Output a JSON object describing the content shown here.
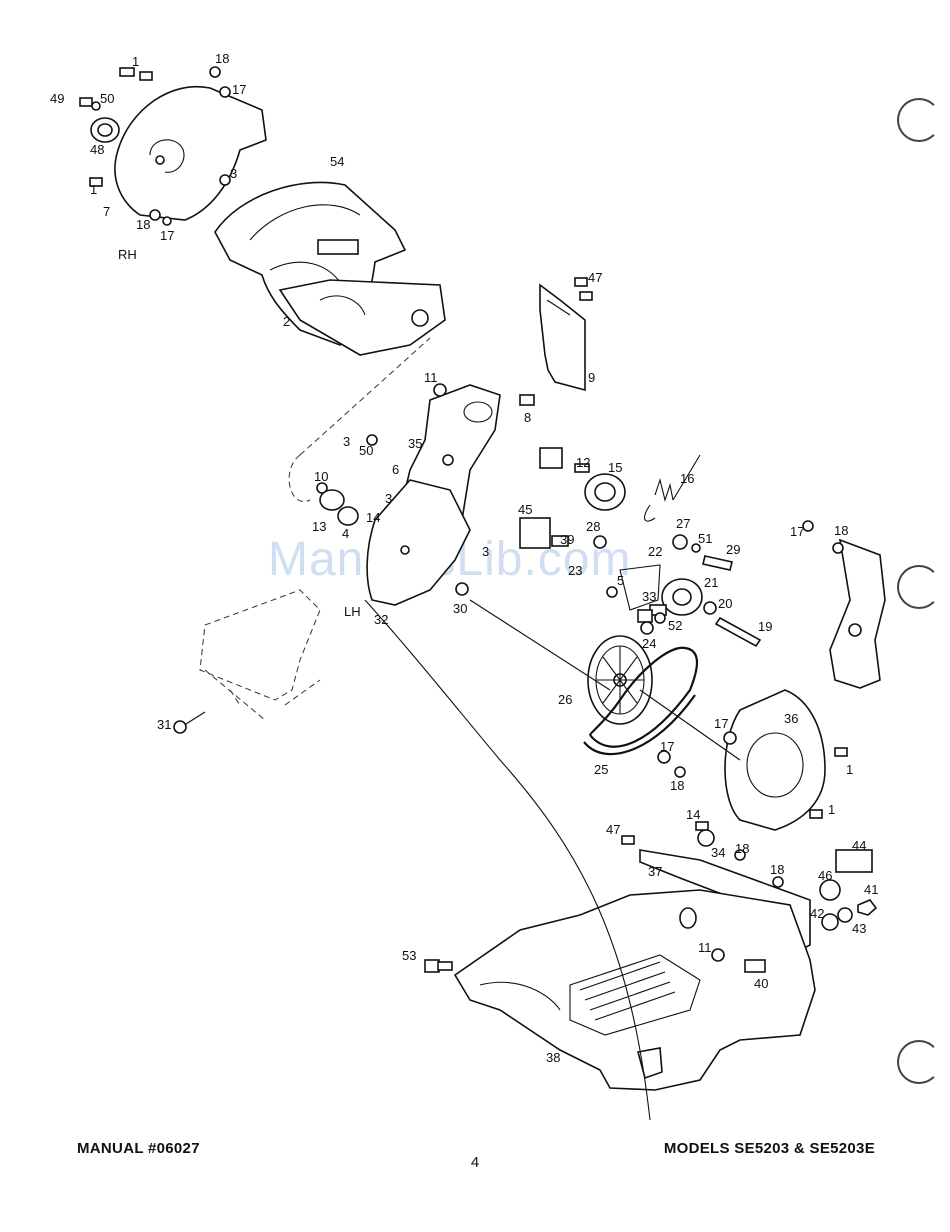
{
  "page": {
    "manual_number": "MANUAL #06027",
    "models": "MODELS SE5203 & SE5203E",
    "page_number": "4",
    "watermark": "ManualsLib.com"
  },
  "side_labels": [
    "RH",
    "LH"
  ],
  "part_callouts": [
    "1",
    "18",
    "17",
    "49",
    "50",
    "48",
    "1",
    "3",
    "7",
    "18",
    "17",
    "54",
    "2",
    "47",
    "9",
    "11",
    "8",
    "3",
    "50",
    "35",
    "12",
    "15",
    "16",
    "10",
    "6",
    "3",
    "13",
    "4",
    "14",
    "45",
    "28",
    "39",
    "22",
    "27",
    "51",
    "29",
    "3",
    "23",
    "5",
    "33",
    "21",
    "24",
    "52",
    "20",
    "19",
    "30",
    "32",
    "26",
    "25",
    "31",
    "36",
    "17",
    "18",
    "17",
    "1",
    "17",
    "18",
    "1",
    "14",
    "47",
    "34",
    "18",
    "37",
    "44",
    "46",
    "18",
    "41",
    "42",
    "43",
    "11",
    "53",
    "40",
    "38"
  ]
}
